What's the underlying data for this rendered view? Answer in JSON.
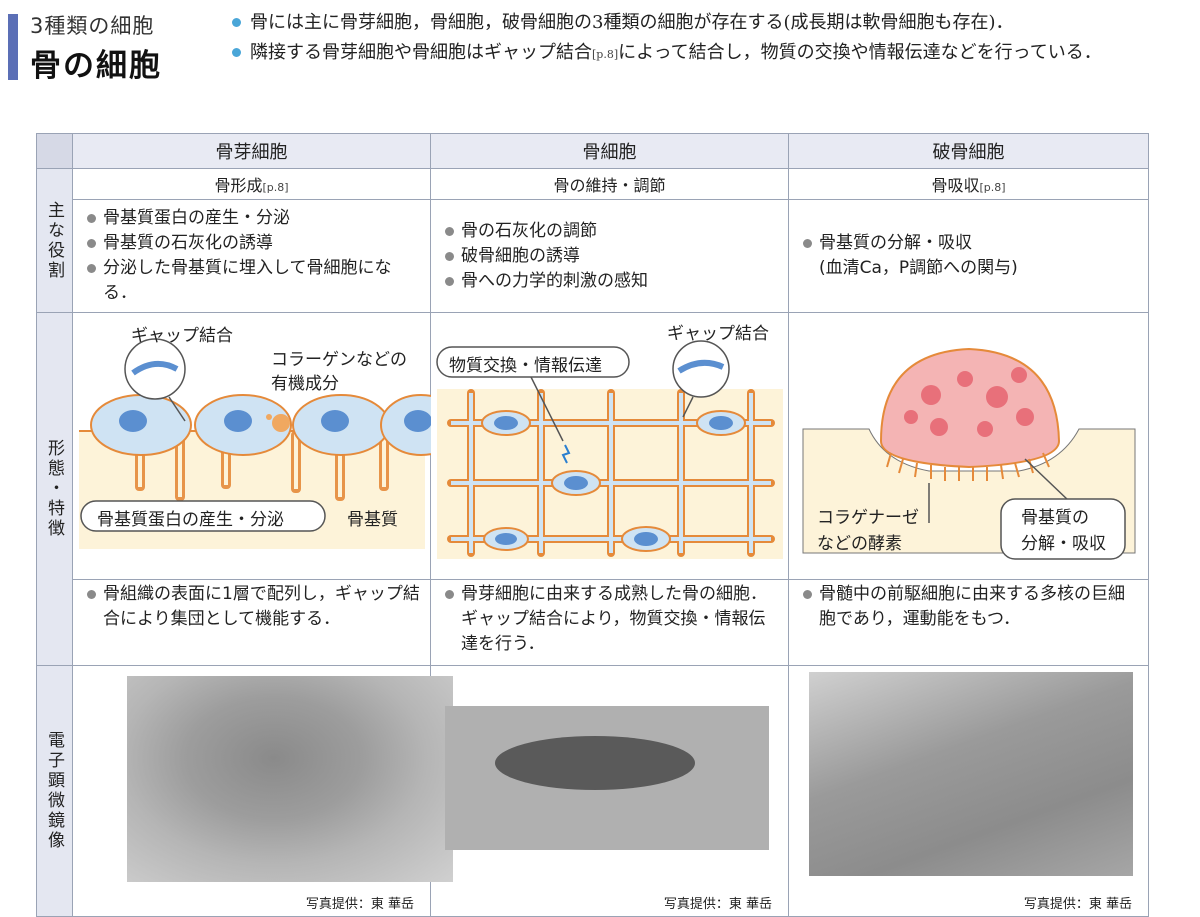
{
  "header": {
    "subtitle": "3種類の細胞",
    "title": "骨の細胞",
    "bullets": [
      "骨には主に骨芽細胞，骨細胞，破骨細胞の3種類の細胞が存在する(成長期は軟骨細胞も存在)．",
      "隣接する骨芽細胞や骨細胞はギャップ結合",
      "によって結合し，物質の交換や情報伝達などを行っている．"
    ],
    "bullet2_ref": "[p.8]"
  },
  "columns": [
    "骨芽細胞",
    "骨細胞",
    "破骨細胞"
  ],
  "row_labels": [
    "主な役割",
    "形態・特徴",
    "電子顕微鏡像"
  ],
  "roles": [
    {
      "title": "骨形成",
      "ref": "[p.8]",
      "items": [
        "骨基質蛋白の産生・分泌",
        "骨基質の石灰化の誘導",
        "分泌した骨基質に埋入して骨細胞になる．"
      ]
    },
    {
      "title": "骨の維持・調節",
      "ref": "",
      "items": [
        "骨の石灰化の調節",
        "破骨細胞の誘導",
        "骨への力学的刺激の感知"
      ]
    },
    {
      "title": "骨吸収",
      "ref": "[p.8]",
      "items": [
        "骨基質の分解・吸収",
        "(血清Ca，P調節への関与)"
      ]
    }
  ],
  "illustrations": {
    "osteoblast": {
      "gap": "ギャップ結合",
      "organic": "コラーゲンなどの",
      "organic2": "有機成分",
      "box": "骨基質蛋白の産生・分泌",
      "matrix": "骨基質"
    },
    "osteocyte": {
      "box": "物質交換・情報伝達",
      "gap": "ギャップ結合"
    },
    "osteoclast": {
      "enzyme": "コラゲナーゼ",
      "enzyme2": "などの酵素",
      "box1": "骨基質の",
      "box2": "分解・吸収"
    }
  },
  "descriptions": [
    "骨組織の表面に1層で配列し，ギャップ結合により集団として機能する．",
    "骨芽細胞に由来する成熟した骨の細胞．ギャップ結合により，物質交換・情報伝達を行う．",
    "骨髄中の前駆細胞に由来する多核の巨細胞であり，運動能をもつ．"
  ],
  "photo_credit": "写真提供：東 華岳",
  "colors": {
    "accent": "#5b6fb6",
    "bullet": "#4aa6d8",
    "matrix": "#fdf3d9",
    "cell": "#cfe3f3",
    "nucleus": "#5b8fd0",
    "membrane": "#e58a3a",
    "osteoclast": "#f4b4b4"
  }
}
